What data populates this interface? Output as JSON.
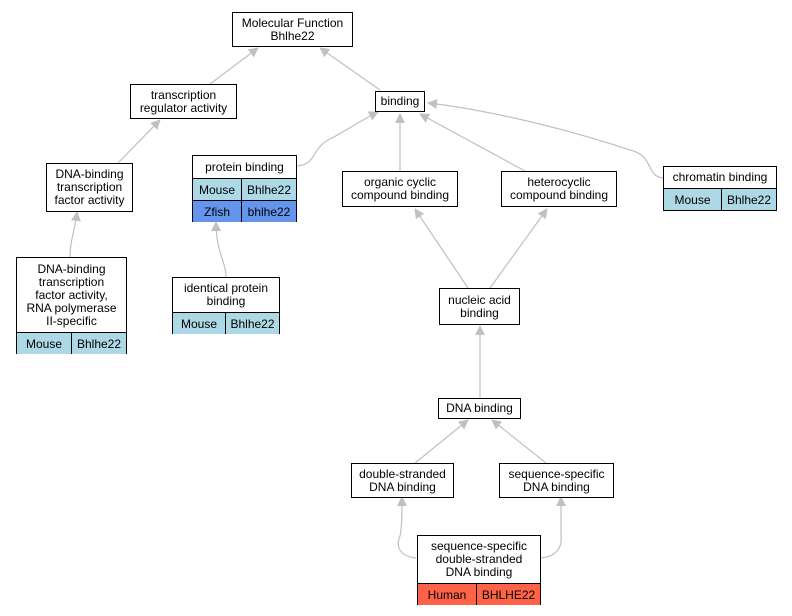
{
  "colors": {
    "edge": "#c0c0c0",
    "mouse": "#add8e6",
    "zfish": "#6495ed",
    "human": "#ff6347"
  },
  "nodes": {
    "mf": "Molecular Function\nBhlhe22",
    "tra": "transcription\nregulator activity",
    "binding": "binding",
    "dbtfa": "DNA-binding\ntranscription\nfactor activity",
    "protein_binding": "protein binding",
    "ocb": "organic cyclic\ncompound binding",
    "hcb": "heterocyclic\ncompound binding",
    "chromatin": "chromatin binding",
    "dbtfa2": "DNA-binding\ntranscription\nfactor activity,\nRNA polymerase\nII-specific",
    "ipb": "identical protein\nbinding",
    "nab": "nucleic acid\nbinding",
    "dnab": "DNA binding",
    "dsdna": "double-stranded\nDNA binding",
    "ssdna": "sequence-specific\nDNA binding",
    "ssds": "sequence-specific\ndouble-stranded\nDNA binding"
  },
  "annotations": {
    "protein_binding": [
      {
        "species": "Mouse",
        "gene": "Bhlhe22"
      },
      {
        "species": "Zfish",
        "gene": "bhlhe22"
      }
    ],
    "chromatin": [
      {
        "species": "Mouse",
        "gene": "Bhlhe22"
      }
    ],
    "dbtfa2": [
      {
        "species": "Mouse",
        "gene": "Bhlhe22"
      }
    ],
    "ipb": [
      {
        "species": "Mouse",
        "gene": "Bhlhe22"
      }
    ],
    "ssds": [
      {
        "species": "Human",
        "gene": "BHLHE22"
      }
    ]
  }
}
